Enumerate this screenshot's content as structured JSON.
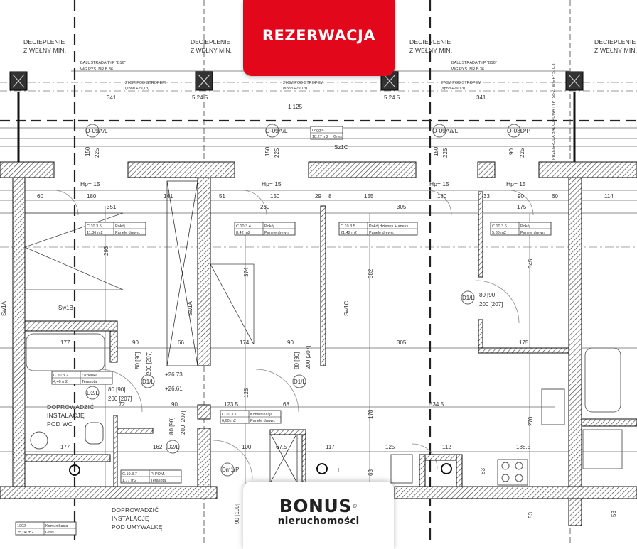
{
  "badge": {
    "label": "REZERWACJA",
    "color": "#e2071b"
  },
  "logo": {
    "brand": "BONUS",
    "registered": "®",
    "subtitle": "nieruchomości"
  },
  "notes": {
    "insulation_line1": "DECIEPLENIE",
    "insulation_line2": "Z WEŁNY MIN.",
    "balustrade_line1": "BALUSTRADA TYP \"B16\"",
    "balustrade_line2": "WG RYS. NR B.36",
    "below_ceiling_line1": "27CM POD STROPEM",
    "below_ceiling_line2": "(spód +29,13)",
    "wc_line1": "DOPROWADZIĆ",
    "wc_line2": "INSTALACJĘ",
    "wc_line3": "POD WC",
    "basin_line1": "DOPROWADZIĆ",
    "basin_line2": "INSTALACJĘ",
    "basin_line3": "POD UMYWALKĘ",
    "balcony_partition": "PRZEGRODA BALKONOWA TYP \"SB-Z\" WG RYS. 0.3",
    "level_1": "+26.73",
    "level_2": "+26.61"
  },
  "rooms": [
    {
      "code": "C.10.3.5",
      "name": "Pokój",
      "area": "11,36 m2",
      "finish": "Panele drewn."
    },
    {
      "code": "C.10.3.4",
      "name": "Pokój",
      "area": "8,42 m2",
      "finish": "Panele drewn."
    },
    {
      "code": "C.10.3.5",
      "name": "Pokój dzienny + aneks",
      "area": "21,42 m2",
      "finish": "Panele drewn."
    },
    {
      "code": "C.10.3.6",
      "name": "Pokój",
      "area": "5,88 m2",
      "finish": "Panele drewn."
    },
    {
      "code": "C.10.3.2",
      "name": "Łazienka",
      "area": "4,40 m2",
      "finish": "Terakota"
    },
    {
      "code": "C.10.3.1",
      "name": "Komunikacja",
      "area": "6,60 m2",
      "finish": "Panele drewn."
    },
    {
      "code": "C.10.3.7",
      "name": "P. POM.",
      "area": "1,77 m2",
      "finish": "Terakota"
    },
    {
      "code": "1002",
      "name": "Komunikacja",
      "area": "25,04 m2",
      "finish": "Gres"
    },
    {
      "code": "",
      "name": "Loggia",
      "area": "18,27 m2",
      "finish": "Gres"
    }
  ],
  "tags": {
    "windows": [
      "O-09A/L",
      "O-09A/L",
      "O-09Aa/L",
      "O-03D/P"
    ],
    "sill_height": "Hp= 15",
    "doors": [
      "D1/L",
      "D2/L",
      "D1/L",
      "D1/L",
      "D2/L",
      "Dm1/P"
    ],
    "door_size_w": "80 [90]",
    "door_size_h": "200 [207]",
    "wardrobes": [
      "Sz1C",
      "Sw1B",
      "Sw1A",
      "Sw1A",
      "Sw1C"
    ],
    "sink": "L"
  },
  "dimensions": [
    "341",
    "5 24 5",
    "5 24 5",
    "1 125",
    "341",
    "60",
    "180",
    "141",
    "51",
    "150",
    "29",
    "8",
    "155",
    "180",
    "33",
    "90",
    "60",
    "114",
    "351",
    "230",
    "305",
    "175",
    "293",
    "374",
    "382",
    "345",
    "177",
    "90",
    "66",
    "174",
    "90",
    "305",
    "175",
    "72",
    "90",
    "123.5",
    "68",
    "534.5",
    "177",
    "162",
    "100",
    "67.5",
    "117",
    "125",
    "112",
    "188.5",
    "178",
    "270",
    "63",
    "63",
    "125",
    "53",
    "53",
    "150",
    "225",
    "150",
    "225",
    "150",
    "225",
    "90",
    "225",
    "90 [100]"
  ]
}
